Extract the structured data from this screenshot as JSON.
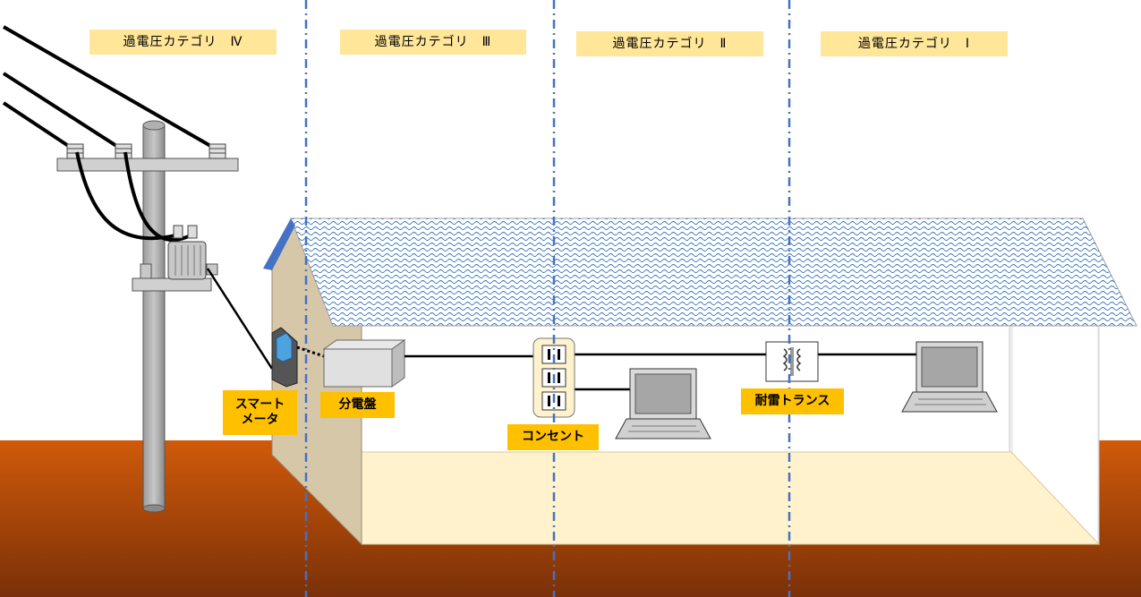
{
  "categories": [
    {
      "label": "過電圧カテゴリ　Ⅳ"
    },
    {
      "label": "過電圧カテゴリ　Ⅲ"
    },
    {
      "label": "過電圧カテゴリ　Ⅱ"
    },
    {
      "label": "過電圧カテゴリ　Ⅰ"
    }
  ],
  "labels": {
    "smart_meter": "スマート\nメータ",
    "distribution_board": "分電盤",
    "outlet": "コンセント",
    "lightning_transformer": "耐雷トランス"
  },
  "colors": {
    "ground": "#c55a11",
    "label_bg": "#ffe699",
    "tag_bg": "#ffc000",
    "divider": "#4472c4",
    "wall": "#d6c7a8",
    "floor": "#fff2cc",
    "roof_edge": "#4472c4"
  }
}
